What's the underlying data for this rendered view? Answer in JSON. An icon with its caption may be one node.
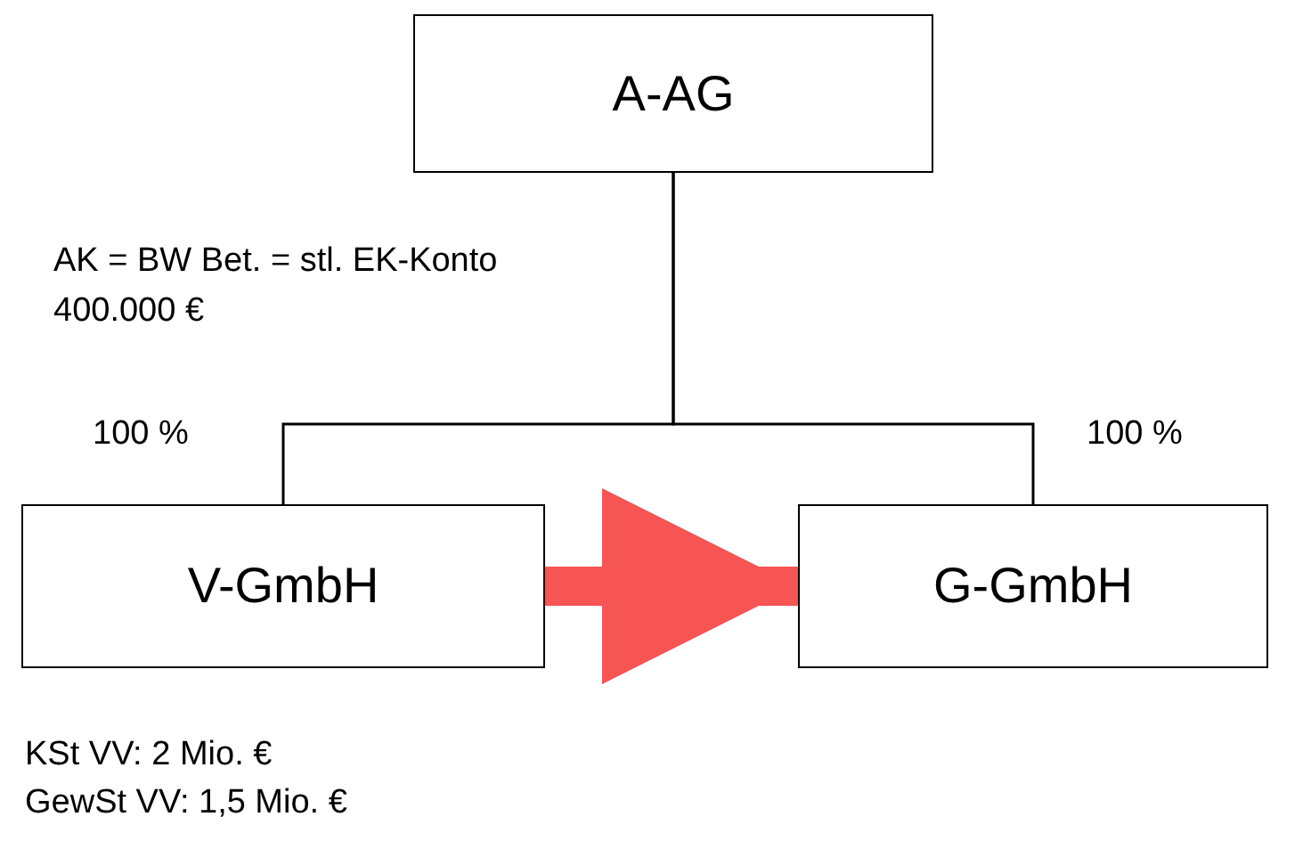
{
  "diagram": {
    "nodes": [
      {
        "text": [
          "A-AG"
        ]
      },
      {
        "text": [
          "V-GmbH"
        ]
      },
      {
        "text": [
          "G-GmbH"
        ]
      }
    ],
    "edges": [
      {
        "from": 0,
        "to": 1,
        "arrow": "none"
      },
      {
        "from": 0,
        "to": 2,
        "arrow": "none"
      },
      {
        "from": 1,
        "to": 2,
        "arrow": "to",
        "style": "thick",
        "color": "#f75454"
      }
    ],
    "labels": [
      "AK = BW Bet. = stl. EK-Konto 400.000 €",
      "100 %",
      "100 %",
      "KSt VV: 2 Mio. €",
      "GewSt VV: 1,5 Mio. €"
    ]
  }
}
